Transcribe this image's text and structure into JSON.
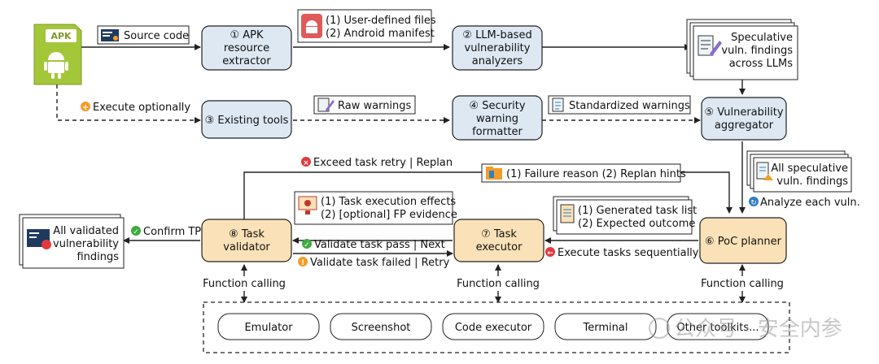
{
  "colors": {
    "blue_box": "#dde8f3",
    "orange_box": "#fbe1b8",
    "android_green": "#a4c639",
    "warn_red": "#e03a3e",
    "ok_green": "#3faa3f",
    "orange_dot": "#f39c26",
    "blue_dot": "#2f7fc2"
  },
  "nodes": {
    "apk_tag": "APK",
    "source_code": "Source code",
    "apk_extractor": [
      "① APK",
      "resource",
      "extractor"
    ],
    "extracted": [
      "(1) User-defined files",
      "(2) Android manifest"
    ],
    "llm_analyzers": [
      "② LLM-based",
      "vulnerability",
      "analyzers"
    ],
    "speculative_across": [
      "Speculative",
      "vuln. findings",
      "across LLMs"
    ],
    "execute_optionally": "Execute optionally",
    "existing_tools": "③ Existing tools",
    "raw_warnings": "Raw warnings",
    "security_formatter": [
      "④ Security",
      "warning",
      "formatter"
    ],
    "standardized_warnings": "Standardized warnings",
    "vuln_aggregator": [
      "⑤ Vulnerability",
      "aggregator"
    ],
    "all_speculative": [
      "All speculative",
      "vuln. findings"
    ],
    "analyze_each": "Analyze each vuln.",
    "exceed_retry": "Exceed task retry | Replan",
    "failure_reason": "(1) Failure reason (2) Replan hints",
    "exec_effects": [
      "(1) Task execution effects",
      "(2) [optional] FP evidence"
    ],
    "generated_list": [
      "(1) Generated task list",
      "(2) Expected outcome"
    ],
    "all_validated": [
      "All validated",
      "vulnerability",
      "findings"
    ],
    "confirm_tp": "Confirm TP",
    "task_validator": [
      "⑧ Task",
      "validator"
    ],
    "validate_pass": "Validate task pass | Next",
    "validate_failed": "Validate task failed | Retry",
    "task_executor": [
      "⑦ Task",
      "executor"
    ],
    "execute_seq": "Execute tasks sequentially",
    "poc_planner": "⑥ PoC planner",
    "function_calling": "Function calling"
  },
  "toolkits": [
    "Emulator",
    "Screenshot",
    "Code executor",
    "Terminal",
    "Other toolkits..."
  ],
  "watermark": "公众号 · 安全内参"
}
